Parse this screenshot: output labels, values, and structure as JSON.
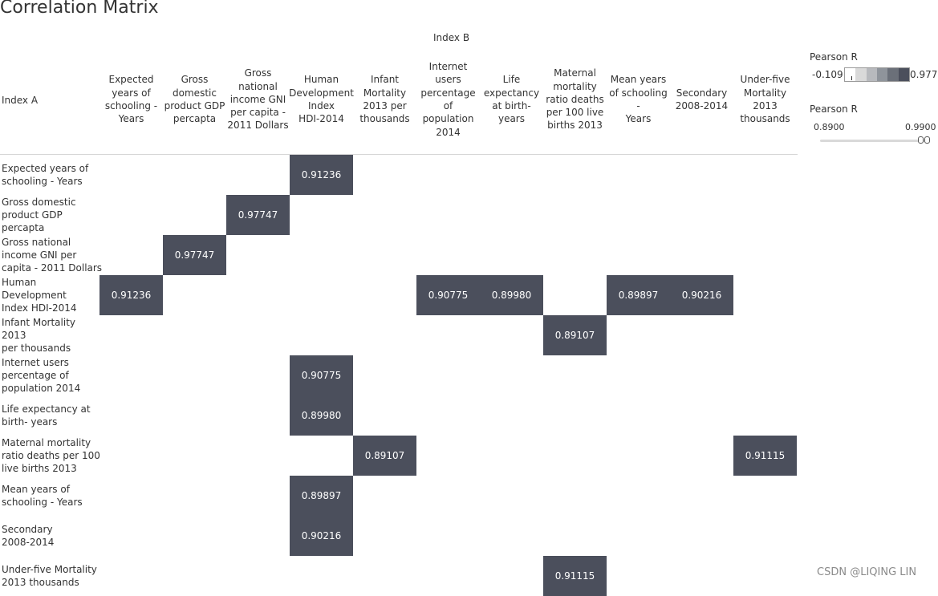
{
  "title": "Correlation Matrix",
  "axis": {
    "column_title": "Index B",
    "row_title": "Index A"
  },
  "legend": {
    "color_title": "Pearson R",
    "color_min": "-0.109",
    "color_max": "0.977",
    "swatches": [
      "#ffffff",
      "#d9d9d9",
      "#b7b9bd",
      "#8f949b",
      "#6b7079",
      "#4b4f5c"
    ],
    "filter_title": "Pearson R",
    "filter_min": "0.8900",
    "filter_max": "0.9900"
  },
  "watermark": "CSDN @LIQING LIN",
  "colors": {
    "cell_fill": "#4b4f5c",
    "cell_text": "#ffffff",
    "divider": "#d6d6d6"
  },
  "chart_data": {
    "type": "heatmap",
    "title": "Correlation Matrix",
    "xlabel": "Index B",
    "ylabel": "Index A",
    "columns": [
      "Expected\nyears of\nschooling -\nYears",
      "Gross\ndomestic\nproduct GDP\npercapta",
      "Gross\nnational\nincome GNI\nper capita -\n2011  Dollars",
      "Human\nDevelopment\nIndex\nHDI-2014",
      "Infant\nMortality\n2013 per\nthousands",
      "Internet\nusers\npercentage\nof population\n2014",
      "Life\nexpectancy\nat birth-\nyears",
      "Maternal\nmortality\nratio deaths\nper 100 live\nbirths 2013",
      "Mean years\nof schooling -\nYears",
      "Secondary\n2008-2014",
      "Under-five\nMortality\n2013\nthousands"
    ],
    "rows": [
      "Expected years of\nschooling - Years",
      "Gross domestic\nproduct GDP\npercapta",
      "Gross national\nincome GNI per\ncapita - 2011  Dollars",
      "Human Development\nIndex HDI-2014",
      "Infant Mortality 2013\nper thousands",
      "Internet users\npercentage of\npopulation 2014",
      "Life expectancy at\nbirth- years",
      "Maternal mortality\nratio deaths per 100\nlive births 2013",
      "Mean years of\nschooling - Years",
      "Secondary\n2008-2014",
      "Under-five Mortality\n2013 thousands"
    ],
    "cells": [
      {
        "row": 0,
        "col": 3,
        "value": "0.91236"
      },
      {
        "row": 1,
        "col": 2,
        "value": "0.97747"
      },
      {
        "row": 2,
        "col": 1,
        "value": "0.97747"
      },
      {
        "row": 3,
        "col": 0,
        "value": "0.91236"
      },
      {
        "row": 3,
        "col": 5,
        "value": "0.90775"
      },
      {
        "row": 3,
        "col": 6,
        "value": "0.89980"
      },
      {
        "row": 3,
        "col": 8,
        "value": "0.89897"
      },
      {
        "row": 3,
        "col": 9,
        "value": "0.90216"
      },
      {
        "row": 4,
        "col": 7,
        "value": "0.89107"
      },
      {
        "row": 5,
        "col": 3,
        "value": "0.90775"
      },
      {
        "row": 6,
        "col": 3,
        "value": "0.89980"
      },
      {
        "row": 7,
        "col": 4,
        "value": "0.89107"
      },
      {
        "row": 7,
        "col": 10,
        "value": "0.91115"
      },
      {
        "row": 8,
        "col": 3,
        "value": "0.89897"
      },
      {
        "row": 9,
        "col": 3,
        "value": "0.90216"
      },
      {
        "row": 10,
        "col": 7,
        "value": "0.91115"
      }
    ],
    "color_range": [
      -0.109,
      0.977
    ],
    "filter_range": [
      0.89,
      0.99
    ],
    "legend_position": "top-right"
  }
}
